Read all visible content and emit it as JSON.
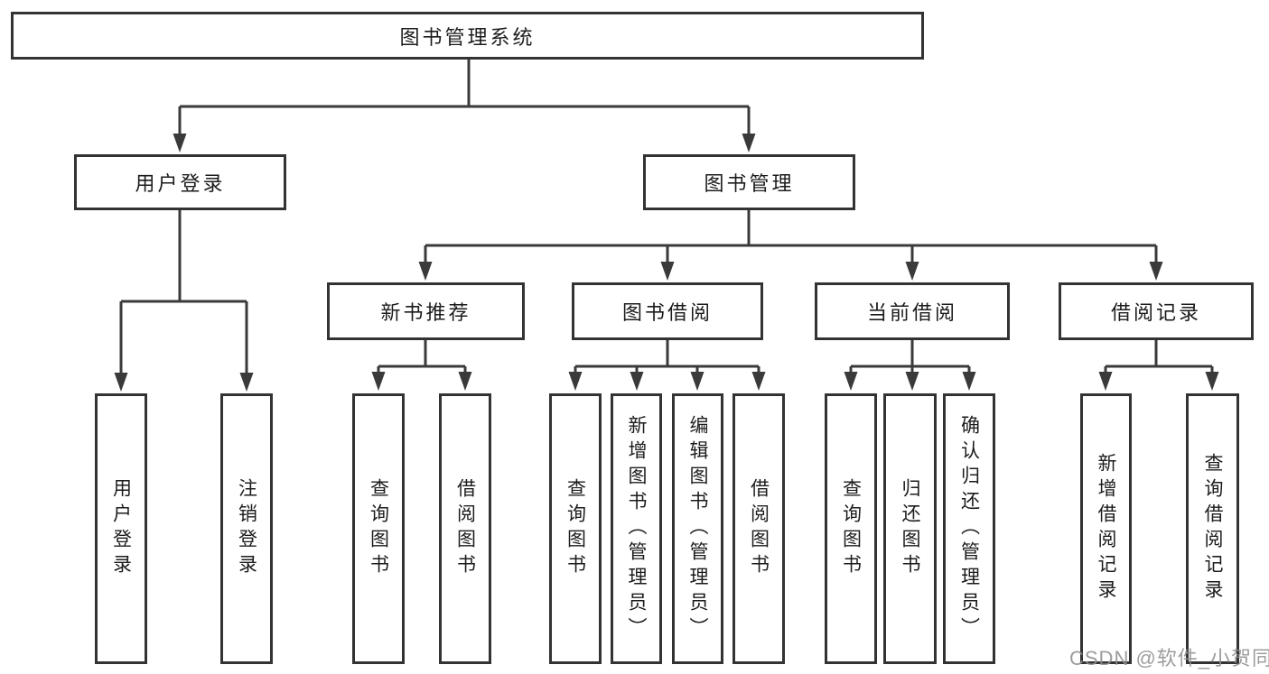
{
  "diagram": {
    "root_label": "图书管理系统",
    "level2": [
      {
        "label": "用户登录"
      },
      {
        "label": "图书管理"
      }
    ],
    "level3": [
      {
        "label": "新书推荐"
      },
      {
        "label": "图书借阅"
      },
      {
        "label": "当前借阅"
      },
      {
        "label": "借阅记录"
      }
    ],
    "leaves": {
      "user_login_group": [
        {
          "label": "用户登录"
        },
        {
          "label": "注销登录"
        }
      ],
      "new_book_group": [
        {
          "label": "查询图书"
        },
        {
          "label": "借阅图书"
        }
      ],
      "book_borrow_group": [
        {
          "label": "查询图书"
        },
        {
          "label": "新增图书（管理员）"
        },
        {
          "label": "编辑图书（管理员）"
        },
        {
          "label": "借阅图书"
        }
      ],
      "current_borrow_group": [
        {
          "label": "查询图书"
        },
        {
          "label": "归还图书"
        },
        {
          "label": "确认归还（管理员）"
        }
      ],
      "record_group": [
        {
          "label": "新增借阅记录"
        },
        {
          "label": "查询借阅记录"
        }
      ]
    }
  },
  "watermark": {
    "text": "CSDN @软件_小贺同学"
  },
  "colors": {
    "line": "#3a3a3a",
    "box_border": "#333333",
    "text": "#1c1c1c",
    "watermark": "#8e8e8e",
    "background": "#ffffff"
  }
}
